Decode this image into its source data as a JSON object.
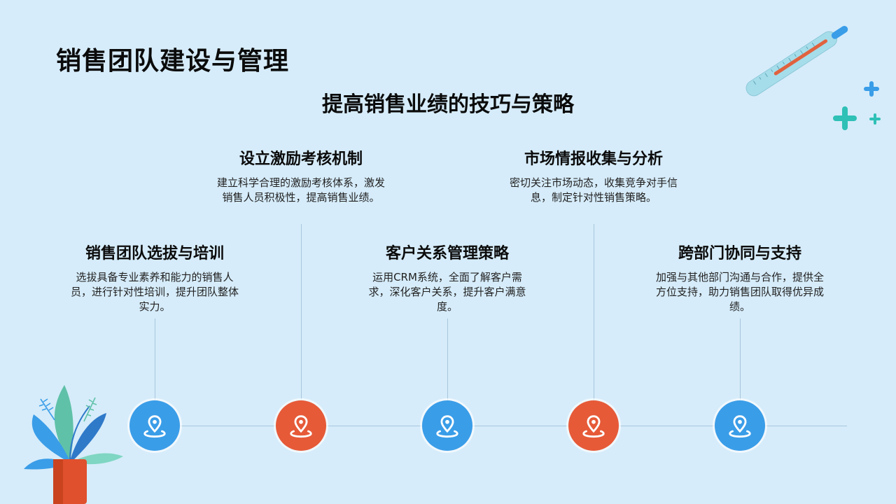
{
  "slide": {
    "title": "销售团队建设与管理",
    "subtitle": "提高销售业绩的技巧与策略"
  },
  "timeline": {
    "items": [
      {
        "title": "销售团队选拔与培训",
        "desc": "选拔具备专业素养和能力的销售人员，进行针对性培训，提升团队整体实力。",
        "color": "#3a9de8",
        "icon": "location-pin-icon"
      },
      {
        "title": "设立激励考核机制",
        "desc": "建立科学合理的激励考核体系，激发销售人员积极性，提高销售业绩。",
        "color": "#e65a38",
        "icon": "location-pin-icon"
      },
      {
        "title": "客户关系管理策略",
        "desc": "运用CRM系统，全面了解客户需求，深化客户关系，提升客户满意度。",
        "color": "#3a9de8",
        "icon": "location-pin-icon"
      },
      {
        "title": "市场情报收集与分析",
        "desc": "密切关注市场动态，收集竞争对手信息，制定针对性销售策略。",
        "color": "#e65a38",
        "icon": "location-pin-icon"
      },
      {
        "title": "跨部门协同与支持",
        "desc": "加强与其他部门沟通与合作，提供全方位支持，助力销售团队取得优异成绩。",
        "color": "#3a9de8",
        "icon": "location-pin-icon"
      }
    ]
  },
  "decorations": {
    "top_right": "thermometer-icon",
    "plus_signs": "plus-icon",
    "bottom_left": "potted-plant-icon"
  }
}
